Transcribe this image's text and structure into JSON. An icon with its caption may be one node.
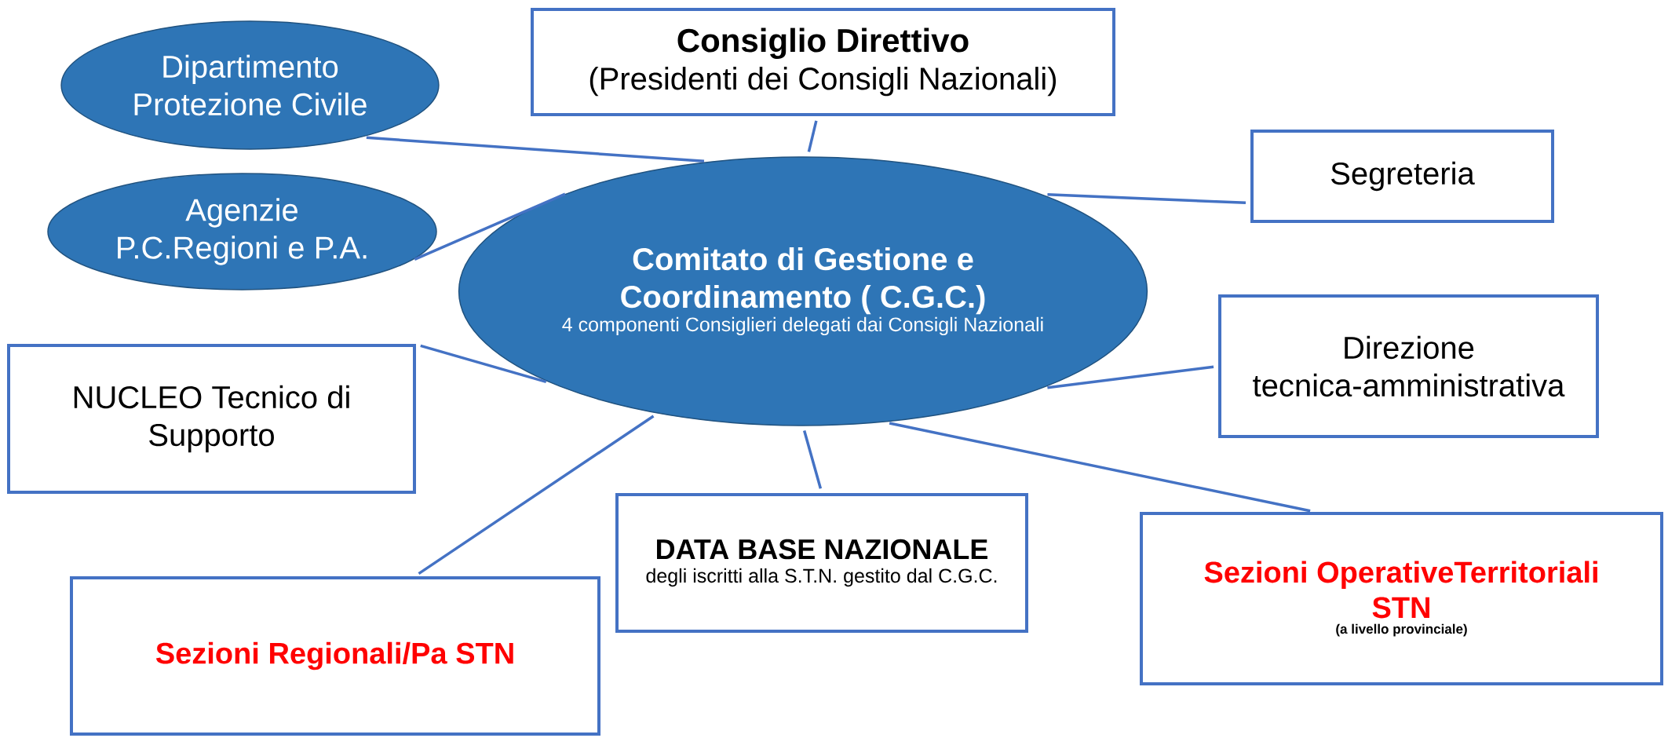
{
  "diagram": {
    "nodes": [
      {
        "text": [
          "Dipartimento Protezione Civile"
        ]
      },
      {
        "text": [
          "Consiglio Direttivo",
          "(Presidenti dei Consigli Nazionali)"
        ]
      },
      {
        "text": [
          "Agenzie P.C.Regioni e P.A."
        ]
      },
      {
        "text": [
          "Segreteria"
        ]
      },
      {
        "text": [
          "Comitato di Gestione e Coordinamento ( C.G.C.)",
          "4 componenti Consiglieri delegati dai Consigli Nazionali"
        ]
      },
      {
        "text": [
          "Direzione tecnica-amministrativa"
        ]
      },
      {
        "text": [
          "NUCLEO Tecnico di Supporto"
        ]
      },
      {
        "text": [
          "DATA BASE NAZIONALE",
          "degli iscritti alla S.T.N. gestito dal C.G.C."
        ]
      },
      {
        "text": [
          "Sezioni OperativeTerritoriali STN",
          "(a livello provinciale)"
        ]
      },
      {
        "text": [
          "Sezioni Regionali/Pa STN"
        ]
      }
    ],
    "edges": [
      {
        "from": 4,
        "to": 0,
        "arrow": "none"
      },
      {
        "from": 4,
        "to": 1,
        "arrow": "none"
      },
      {
        "from": 4,
        "to": 2,
        "arrow": "none"
      },
      {
        "from": 4,
        "to": 3,
        "arrow": "none"
      },
      {
        "from": 4,
        "to": 5,
        "arrow": "none"
      },
      {
        "from": 4,
        "to": 6,
        "arrow": "none"
      },
      {
        "from": 4,
        "to": 7,
        "arrow": "none"
      },
      {
        "from": 4,
        "to": 8,
        "arrow": "none"
      },
      {
        "from": 4,
        "to": 9,
        "arrow": "none"
      }
    ]
  }
}
